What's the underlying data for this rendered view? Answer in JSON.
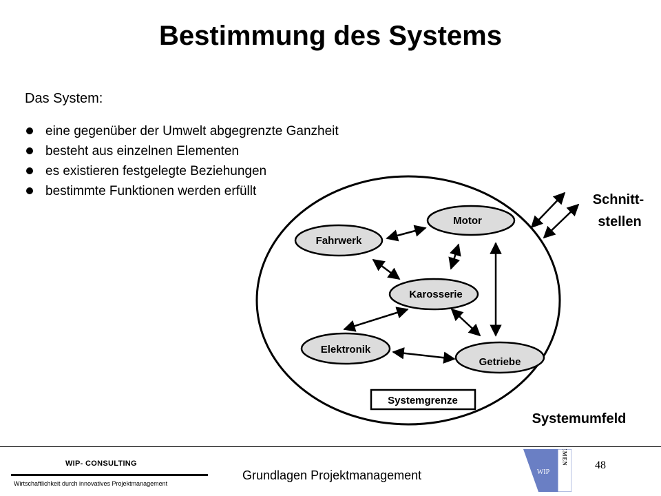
{
  "slide": {
    "title": "Bestimmung des Systems",
    "intro": "Das System:",
    "bullets": [
      "eine gegenüber der Umwelt abgegrenzte Ganzheit",
      "besteht aus einzelnen Elementen",
      "es existieren festgelegte Beziehungen",
      "bestimmte Funktionen werden erfüllt"
    ]
  },
  "diagram": {
    "nodes": {
      "motor": "Motor",
      "fahrwerk": "Fahrwerk",
      "karosserie": "Karosserie",
      "elektronik": "Elektronik",
      "getriebe": "Getriebe"
    },
    "boundary_label": "Systemgrenze",
    "interface_label_line1": "Schnitt-",
    "interface_label_line2": "stellen",
    "environment_label": "Systemumfeld",
    "node_fill": "#dcdcdc"
  },
  "footer": {
    "brand": "WIP- CONSULTING",
    "tagline": "Wirtschaftlichkeit durch innovatives Projektmanagement",
    "title": "Grundlagen Projektmanagement",
    "page_number": "48",
    "logo_text": "WIP",
    "logo_side_text": "BREMEN",
    "logo_color": "#6a7fc4"
  }
}
